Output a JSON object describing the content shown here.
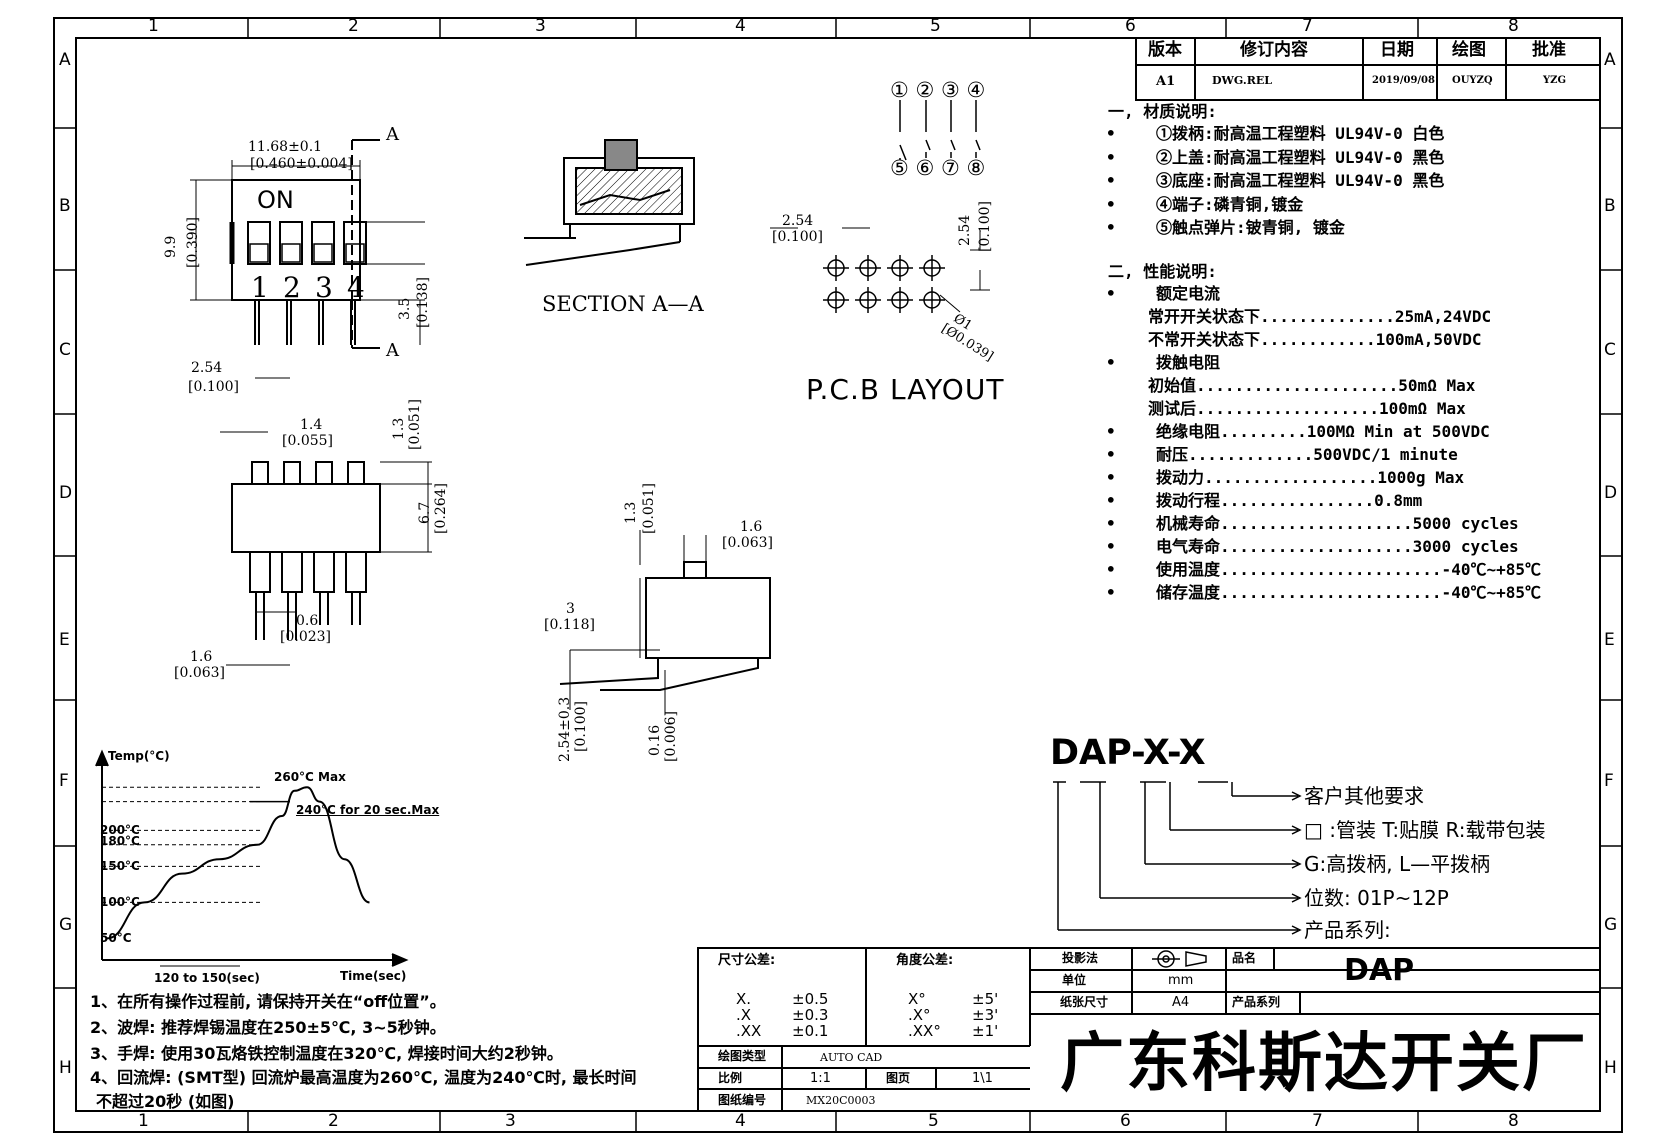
{
  "grid": {
    "cols": [
      "1",
      "2",
      "3",
      "4",
      "5",
      "6",
      "7",
      "8"
    ],
    "rows": [
      "A",
      "B",
      "C",
      "D",
      "E",
      "F",
      "G",
      "H"
    ]
  },
  "revision_table": {
    "headers": [
      "版本",
      "修订内容",
      "日期",
      "绘图",
      "批准"
    ],
    "row": [
      "A1",
      "DWG.REL",
      "2019/09/08",
      "OUYZQ",
      "YZG"
    ]
  },
  "materials": {
    "title": "一, 材质说明:",
    "items": [
      "①拨柄:耐高温工程塑料 UL94V-0 白色",
      "②上盖:耐高温工程塑料 UL94V-0 黑色",
      "③底座:耐高温工程塑料 UL94V-0 黑色",
      "④端子:磷青铜,镀金",
      "⑤触点弹片:铍青铜, 镀金"
    ]
  },
  "performance": {
    "title": "二, 性能说明:",
    "items": [
      {
        "text": "额定电流",
        "bullet": true,
        "indent": 1
      },
      {
        "text": "常开开关状态下..............25mA,24VDC",
        "bullet": false,
        "indent": 0
      },
      {
        "text": "不常开关状态下............100mA,50VDC",
        "bullet": false,
        "indent": 0
      },
      {
        "text": "拨触电阻",
        "bullet": true,
        "indent": 1
      },
      {
        "text": "初始值.....................50mΩ Max",
        "bullet": false,
        "indent": 0
      },
      {
        "text": "测试后...................100mΩ Max",
        "bullet": false,
        "indent": 0
      },
      {
        "text": "绝缘电阻.........100MΩ Min at 500VDC",
        "bullet": true,
        "indent": 1
      },
      {
        "text": "耐压.............500VDC/1 minute",
        "bullet": true,
        "indent": 1
      },
      {
        "text": "拨动力..................1000g Max",
        "bullet": true,
        "indent": 1
      },
      {
        "text": "拨动行程................0.8mm",
        "bullet": true,
        "indent": 1
      },
      {
        "text": "机械寿命....................5000 cycles",
        "bullet": true,
        "indent": 1
      },
      {
        "text": "电气寿命....................3000 cycles",
        "bullet": true,
        "indent": 1
      },
      {
        "text": "使用温度.......................-40℃~+85℃",
        "bullet": true,
        "indent": 1
      },
      {
        "text": "储存温度.......................-40℃~+85℃",
        "bullet": true,
        "indent": 1
      }
    ]
  },
  "drawings": {
    "top_view": {
      "dim_width": "11.68±0.1",
      "dim_width_in": "[0.460±0.004]",
      "on_label": "ON",
      "switch_numbers": [
        "1",
        "2",
        "3",
        "4"
      ],
      "section_marker": "A",
      "dim_height": "9.9",
      "dim_height_in": "[0.390]",
      "dim_lead": "3.5",
      "dim_lead_in": "[0.138]",
      "dim_pitch": "2.54",
      "dim_pitch_in": "[0.100]"
    },
    "side_view": {
      "dim_a": "1.4",
      "dim_a_in": "[0.055]",
      "dim_b": "1.3",
      "dim_b_in": "[0.051]",
      "dim_c": "6.7",
      "dim_c_in": "[0.264]",
      "dim_d": "0.6",
      "dim_d_in": "[0.023]",
      "dim_e": "1.6",
      "dim_e_in": "[0.063]"
    },
    "section": {
      "label": "SECTION  A—A"
    },
    "end_view": {
      "dim_a": "1.3",
      "dim_a_in": "[0.051]",
      "dim_b": "1.6",
      "dim_b_in": "[0.063]",
      "dim_c": "3",
      "dim_c_in": "[0.118]",
      "dim_d": "2.54±0.3",
      "dim_d_in": "[0.100]",
      "dim_e": "0.16",
      "dim_e_in": "[0.006]"
    },
    "schematic": {
      "top_pins": [
        "①",
        "②",
        "③",
        "④"
      ],
      "bottom_pins": [
        "⑤",
        "⑥",
        "⑦",
        "⑧"
      ]
    },
    "pcb": {
      "dim_h": "2.54",
      "dim_h_in": "[0.100]",
      "dim_v": "2.54",
      "dim_v_in": "[0.100]",
      "dim_hole": "Ø1",
      "dim_hole_in": "[Ø0.039]",
      "title": "P.C.B  LAYOUT"
    }
  },
  "part_number": {
    "code": "DAP-X-X",
    "legend": [
      "客户其他要求",
      "□ :管装  T:贴膜   R:载带包装",
      "G:高拨柄, L—平拨柄",
      "位数: 01P~12P",
      "产品系列:"
    ]
  },
  "reflow_chart": {
    "ylabel": "Temp(°C)",
    "xlabel": "Time(sec)",
    "peak_label": "260°C Max",
    "hold_label": "240°C for 20 sec.Max",
    "ticks": [
      "200°C",
      "180°C",
      "150°C",
      "100°C",
      "50°C"
    ],
    "x_range_label": "120 to 150(sec)"
  },
  "chart_data": {
    "type": "line",
    "x": [
      0,
      30,
      60,
      90,
      120,
      140,
      150,
      160,
      170,
      190,
      210
    ],
    "y": [
      50,
      100,
      140,
      160,
      180,
      220,
      255,
      260,
      240,
      160,
      100
    ],
    "title": "",
    "xlabel": "Time(sec)",
    "ylabel": "Temp(°C)",
    "annotations": [
      "260°C Max",
      "240°C for 20 sec.Max",
      "120 to 150(sec)"
    ]
  },
  "notes": [
    "1、在所有操作过程前, 请保持开关在“off位置”。",
    "2、波焊: 推荐焊锡温度在250±5℃, 3~5秒钟。",
    "3、手焊: 使用30瓦烙铁控制温度在320℃, 焊接时间大约2秒钟。",
    "4、回流焊: (SMT型) 回流炉最高温度为260℃, 温度为240℃时, 最长时间",
    "不超过20秒 (如图)"
  ],
  "title_block": {
    "tolerance_title": "尺寸公差:",
    "tolerance_rows": [
      [
        "X.",
        "±0.5"
      ],
      [
        ".X",
        "±0.3"
      ],
      [
        ".XX",
        "±0.1"
      ]
    ],
    "angle_title": "角度公差:",
    "angle_rows": [
      [
        "X°",
        "±5'"
      ],
      [
        ".X°",
        "±3'"
      ],
      [
        ".XX°",
        "±1'"
      ]
    ],
    "projection_label": "投影法",
    "unit_label": "单位",
    "unit_value": "mm",
    "paper_label": "纸张尺寸",
    "paper_value": "A4",
    "name_label": "品名",
    "name_value": "DAP",
    "series_label": "产品系列",
    "drawing_type_label": "绘图类型",
    "drawing_type_value": "AUTO CAD",
    "scale_label": "比例",
    "scale_value": "1:1",
    "page_label": "图页",
    "page_value": "1\\1",
    "drawing_no_label": "图纸编号",
    "drawing_no_value": "MX20C0003",
    "company": "广东科斯达开关厂"
  }
}
